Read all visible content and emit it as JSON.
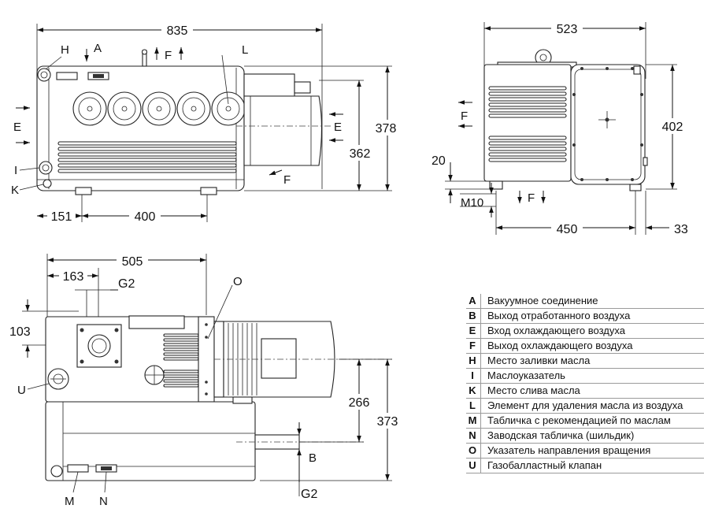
{
  "dimensions": {
    "overall_length": "835",
    "height_378": "378",
    "height_362": "362",
    "foot_offset": "151",
    "foot_spacing": "400",
    "side_width": "523",
    "side_height": "402",
    "foot_height": "20",
    "bolt": "M10",
    "foot_width": "450",
    "foot_overhang": "33",
    "top_length": "505",
    "inlet_offset": "163",
    "inlet_thread": "G2",
    "inlet_depth": "103",
    "outlet_height": "266",
    "top_height": "373",
    "outlet_thread": "G2"
  },
  "markers": {
    "A": "A",
    "B": "B",
    "E": "E",
    "F": "F",
    "H": "H",
    "I": "I",
    "K": "K",
    "L": "L",
    "M": "M",
    "N": "N",
    "O": "O",
    "U": "U"
  },
  "legend": [
    {
      "key": "A",
      "text": "Вакуумное соединение"
    },
    {
      "key": "B",
      "text": "Выход отработанного воздуха"
    },
    {
      "key": "E",
      "text": "Вход охлаждающего воздуха"
    },
    {
      "key": "F",
      "text": "Выход охлаждающего воздуха"
    },
    {
      "key": "H",
      "text": "Место заливки масла"
    },
    {
      "key": "I",
      "text": "Маслоуказатель"
    },
    {
      "key": "K",
      "text": "Место слива масла"
    },
    {
      "key": "L",
      "text": "Элемент для удаления масла из воздуха"
    },
    {
      "key": "M",
      "text": "Табличка с рекомендацией по маслам"
    },
    {
      "key": "N",
      "text": "Заводская табличка (шильдик)"
    },
    {
      "key": "O",
      "text": "Указатель направления вращения"
    },
    {
      "key": "U",
      "text": "Газобалластный клапан"
    }
  ]
}
